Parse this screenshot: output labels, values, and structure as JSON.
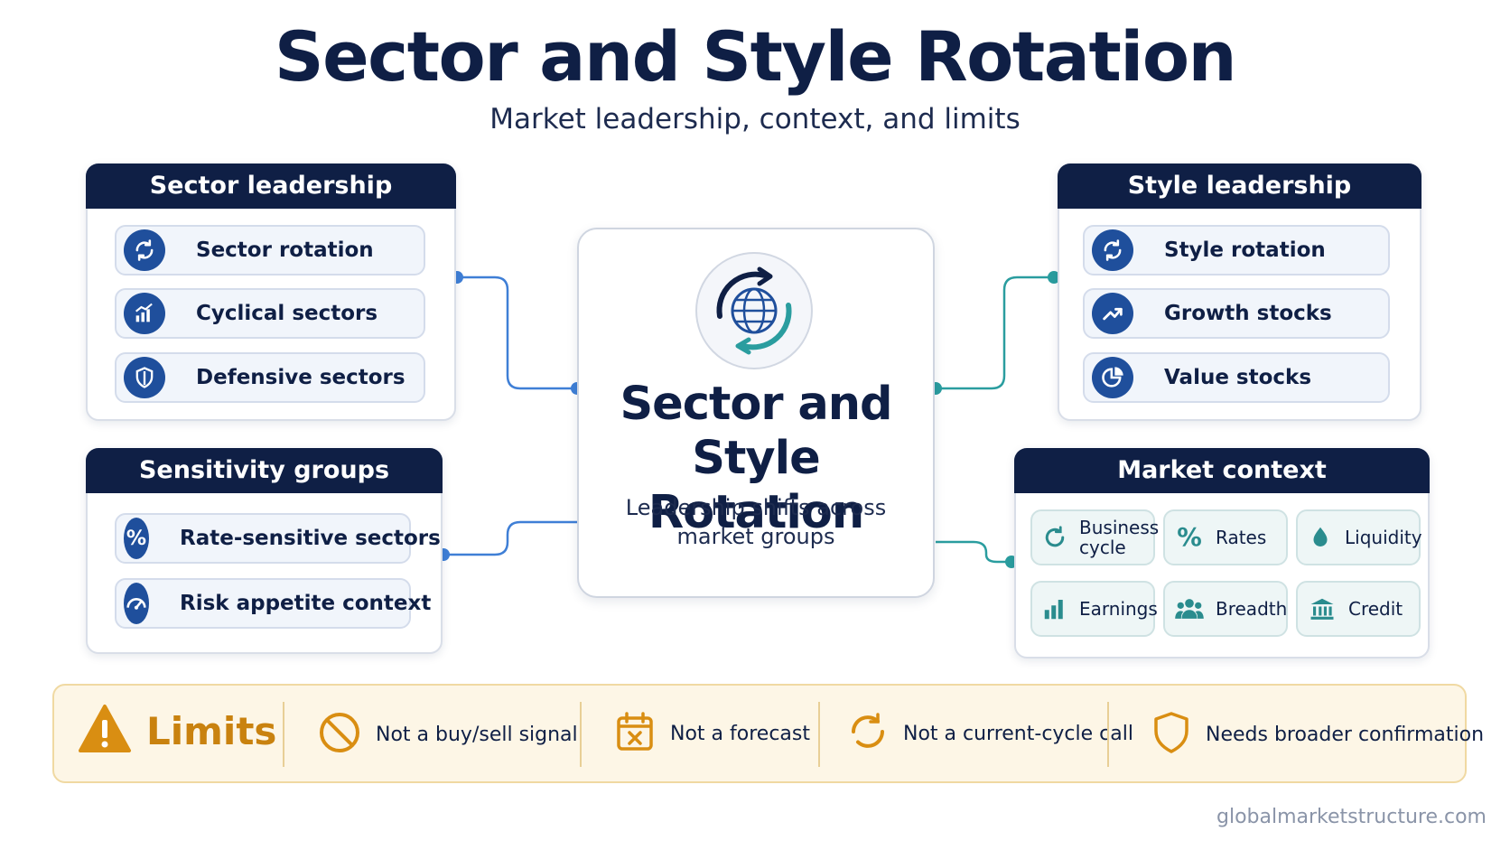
{
  "title": "Sector and Style Rotation",
  "subtitle": "Market leadership, context, and limits",
  "center": {
    "title_line1": "Sector and",
    "title_line2": "Style Rotation",
    "sub_line1": "Leadership shifts across",
    "sub_line2": "market groups",
    "icon": "globe-rotation-icon"
  },
  "sector_leadership": {
    "title": "Sector leadership",
    "items": [
      {
        "label": "Sector rotation",
        "icon": "rotate-icon"
      },
      {
        "label": "Cyclical sectors",
        "icon": "bar-chart-up-icon"
      },
      {
        "label": "Defensive sectors",
        "icon": "shield-icon"
      }
    ]
  },
  "style_leadership": {
    "title": "Style leadership",
    "items": [
      {
        "label": "Style rotation",
        "icon": "rotate-icon"
      },
      {
        "label": "Growth stocks",
        "icon": "trend-up-icon"
      },
      {
        "label": "Value stocks",
        "icon": "pie-chart-icon"
      }
    ]
  },
  "sensitivity_groups": {
    "title": "Sensitivity groups",
    "items": [
      {
        "label": "Rate-sensitive sectors",
        "icon": "percent-icon"
      },
      {
        "label": "Risk appetite context",
        "icon": "gauge-icon"
      }
    ]
  },
  "market_context": {
    "title": "Market context",
    "items": [
      {
        "label_line1": "Business",
        "label_line2": "cycle",
        "icon": "cycle-icon"
      },
      {
        "label_line1": "Rates",
        "label_line2": "",
        "icon": "percent-icon"
      },
      {
        "label_line1": "Liquidity",
        "label_line2": "",
        "icon": "drop-icon"
      },
      {
        "label_line1": "Earnings",
        "label_line2": "",
        "icon": "bar-chart-icon"
      },
      {
        "label_line1": "Breadth",
        "label_line2": "",
        "icon": "people-icon"
      },
      {
        "label_line1": "Credit",
        "label_line2": "",
        "icon": "bank-icon"
      }
    ]
  },
  "limits": {
    "title": "Limits",
    "items": [
      {
        "label": "Not a buy/sell signal",
        "icon": "prohibited-icon"
      },
      {
        "label": "Not a forecast",
        "icon": "calendar-x-icon"
      },
      {
        "label": "Not a current-cycle call",
        "icon": "refresh-icon"
      },
      {
        "label": "Needs broader confirmation",
        "icon": "shield-outline-icon"
      }
    ]
  },
  "colors": {
    "navy": "#0f1f45",
    "blue_accent": "#3f7fd6",
    "teal_accent": "#2a9d9f",
    "limits_orange": "#c9820f"
  },
  "footer": "globalmarketstructure.com"
}
